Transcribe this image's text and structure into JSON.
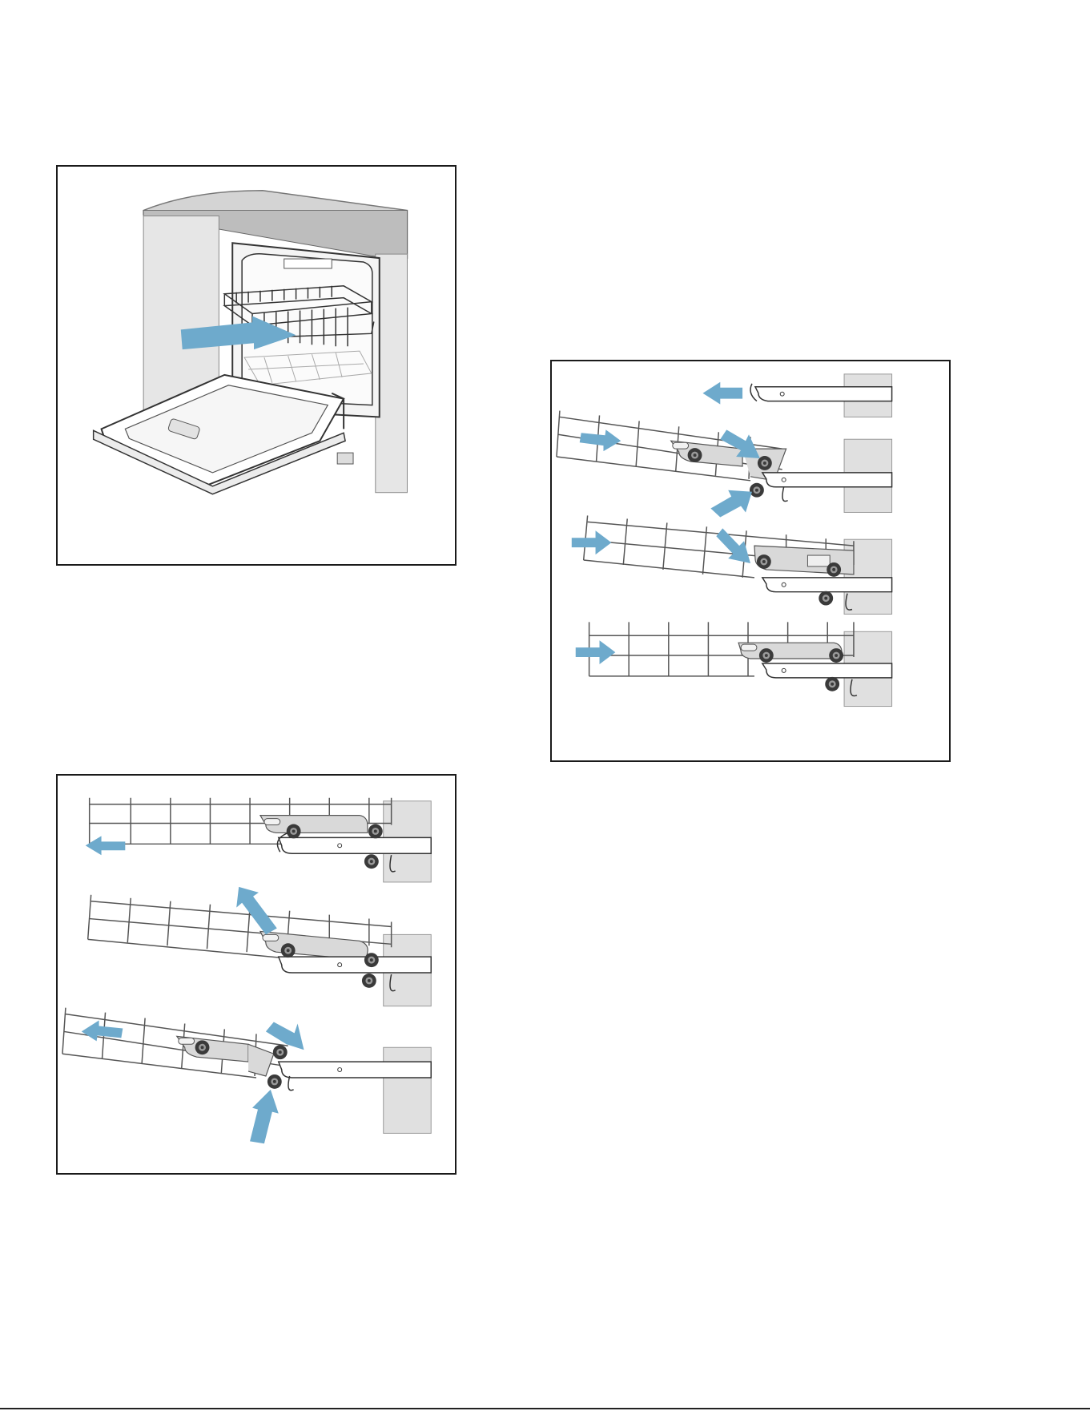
{
  "page": {
    "footer_text": "",
    "background_color": "#ffffff"
  },
  "colors": {
    "arrow": "#6eaacc",
    "frame": "#1a1a1a",
    "counter_top": "#c9c9c9",
    "cabinet": "#e2e2e2",
    "wire": "#444444",
    "bracket": "#d9d9d9",
    "wheel": "#3a3a3a"
  },
  "figures": [
    {
      "id": "dishwasher-rack-removal",
      "icon": "upper-rack-pull-out-illustration"
    },
    {
      "id": "rack-removal-steps",
      "icon": "rack-release-three-steps-illustration"
    },
    {
      "id": "rack-insertion-steps",
      "icon": "rack-insert-four-steps-illustration"
    }
  ]
}
